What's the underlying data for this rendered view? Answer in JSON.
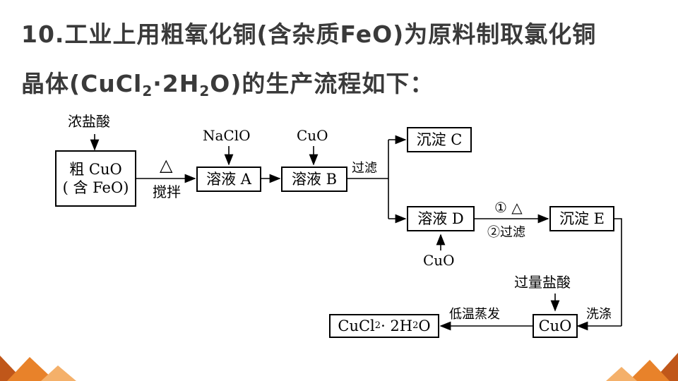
{
  "question": {
    "line1": "10.工业上用粗氧化铜(含杂质FeO)为原料制取氯化铜",
    "line2_pre": "晶体(CuCl",
    "line2_sub1": "2",
    "line2_mid": "·2H",
    "line2_sub2": "2",
    "line2_post": "O)的生产流程如下："
  },
  "nodes": {
    "crude_line1": "粗 CuO",
    "crude_line2": "( 含 FeO)",
    "solution_a": "溶液 A",
    "solution_b": "溶液 B",
    "precipitate_c": "沉淀 C",
    "solution_d": "溶液 D",
    "precipitate_e": "沉淀 E",
    "cuo_final": "CuO",
    "product_pre": "CuCl",
    "product_sub1": "2",
    "product_mid": " · 2H",
    "product_sub2": "2",
    "product_post": "O"
  },
  "labels": {
    "conc_hcl": "浓盐酸",
    "heat_symbol": "△",
    "stir": "搅拌",
    "naclo": "NaClO",
    "cuo_reagent": "CuO",
    "filter": "过滤",
    "cuo_reagent_d": "CuO",
    "step1_heat": "① △",
    "step2_filter": "②过滤",
    "excess_hcl": "过量盐酸",
    "wash": "洗涤",
    "evaporate": "低温蒸发"
  },
  "colors": {
    "title_text": "#3a3a3a",
    "deco_orange": "#e8822a",
    "deco_dark": "#c0571a",
    "deco_light": "#f4b06a"
  }
}
